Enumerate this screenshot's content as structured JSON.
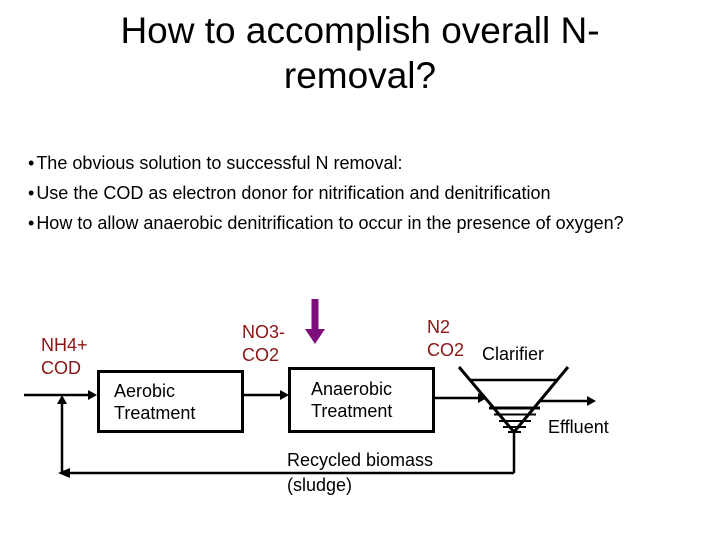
{
  "slide": {
    "title": {
      "line1": "How to accomplish overall N-",
      "line2": "removal?"
    },
    "bullets": {
      "marker": "•",
      "items": [
        "The obvious solution to successful N removal:",
        "Use the COD as electron donor for nitrification and denitrification",
        "How to allow anaerobic denitrification to occur in the presence of oxygen?"
      ]
    }
  },
  "diagram": {
    "labels": {
      "influent": "NH4+\nCOD",
      "intermediate": "NO3-\nCO2",
      "offgas": "N2\nCO2",
      "clarifier": "Clarifier",
      "effluent": "Effluent",
      "recycle": "Recycled biomass\n(sludge)"
    },
    "boxes": {
      "aerobic": "Aerobic Treatment",
      "anaerobic": "Anaerobic Treatment"
    },
    "colors": {
      "chem_label": "#8B1414",
      "flow_line": "#000000",
      "highlight_arrow": "#7D0F7D"
    }
  }
}
